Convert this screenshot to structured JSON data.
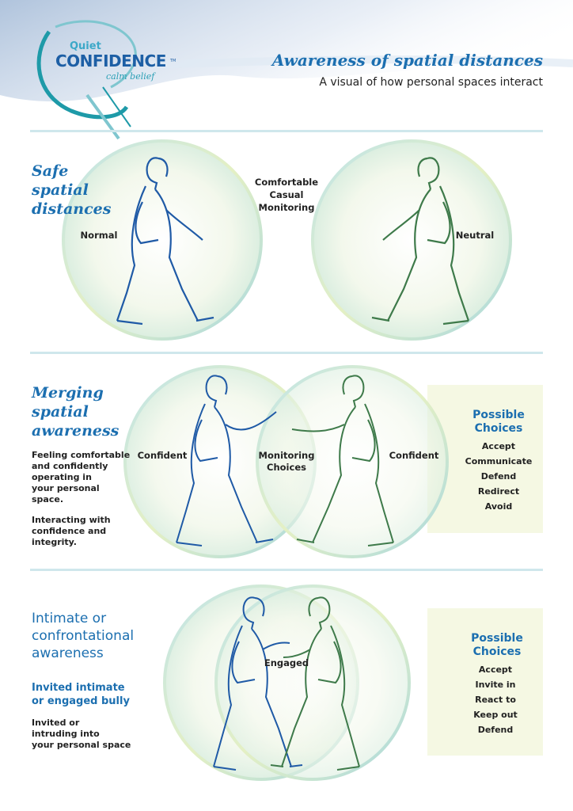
{
  "logo": {
    "line1": "Quiet",
    "line2": "CONFIDENCE",
    "tm": "TM",
    "line3": "calm belief"
  },
  "header": {
    "title": "Awareness of spatial distances",
    "subtitle": "A visual of how personal spaces interact"
  },
  "section1": {
    "title": "Safe\nspatial\ndistances",
    "left_label": "Normal",
    "center_label": "Comfortable\nCasual\nMonitoring",
    "right_label": "Neutral"
  },
  "section2": {
    "title": "Merging\nspatial\nawareness",
    "desc1": "Feeling comfortable\nand confidently\noperating in\nyour personal\nspace.",
    "desc2": "Interacting with\nconfidence and\nintegrity.",
    "left_label": "Confident",
    "center_label": "Monitoring\nChoices",
    "right_label": "Confident",
    "choices_title": "Possible\nChoices",
    "choices": [
      "Accept",
      "Communicate",
      "Defend",
      "Redirect",
      "Avoid"
    ]
  },
  "section3": {
    "title": "Intimate or\nconfrontational\nawareness",
    "subtitle": "Invited intimate\nor engaged bully",
    "desc": "Invited or\nintruding into\nyour personal space",
    "center_label": "Engaged",
    "choices_title": "Possible\nChoices",
    "choices": [
      "Accept",
      "Invite in",
      "React to",
      "Keep out",
      "Defend"
    ]
  },
  "colors": {
    "blue": "#1c6fb0",
    "green": "#3e7a4a",
    "teal": "#23a5b7",
    "panel": "#f5f8e3"
  }
}
